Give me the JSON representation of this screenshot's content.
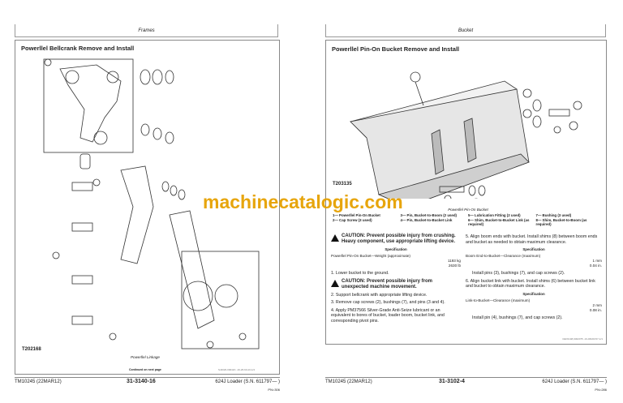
{
  "left_page": {
    "header": "Frames",
    "title": "Powerllel Bellcrank Remove and Install",
    "figure_id": "T202168",
    "caption": "Powerllel Linkage",
    "continued": "Continued on next page",
    "doc_code": "SJ2020-00042C -19-26JUL10-1/4",
    "footer": {
      "manual": "TM10245 (22MAR12)",
      "page": "31-3140-16",
      "model": "624J Loader (S.N. 611797— )",
      "pn": "PN=306"
    }
  },
  "right_page": {
    "header": "Bucket",
    "title": "Powerllel Pin-On Bucket Remove and Install",
    "figure_id": "T203135",
    "caption": "Powerllel Pin-On Bucket",
    "legend": [
      "1— Powerllel Pin-On Bucket",
      "3— Pin, Bucket-to-Boom (2 used)",
      "5— Lubrication Fitting (2 used)",
      "7— Bushing (3 used)",
      "2— Cap Screw (3 used)",
      "4— Pin, Bucket-to-Bucket Link",
      "6— Shim, Bucket-to-Bucket Link (as required)",
      "8— Shim, Bucket-to-Boom (as required)"
    ],
    "caution1": "CAUTION: Prevent possible injury from crushing. Heavy component, use appropriate lifting device.",
    "spec_label": "Specification",
    "spec1": {
      "name": "Powerllel Pin-On Bucket—Weight (approximate)",
      "v1": "1193 kg",
      "v2": "2630 lb"
    },
    "step1": "1.  Lower bucket to the ground.",
    "caution2": "CAUTION: Prevent possible injury from unexpected machine movement.",
    "step2": "2.  Support bellcrank with appropriate lifting device.",
    "step3": "3.  Remove cap screws (2), bushings (7), and pins (3 and 4).",
    "step4": "4.  Apply PM37566 Silver-Grade Anti-Seize lubricant or an equivalent to bores of bucket, loader boom, bucket link, and corresponding pivot pins.",
    "step5": "5.  Align boom ends with bucket. Install shims (8) between boom ends and bucket as needed to obtain maximum clearance.",
    "spec2": {
      "name": "Boom End-to-Bucket—Clearance (maximum)",
      "v1": "1 mm",
      "v2": "0.04 in."
    },
    "step5b": "Install pins (3), bushings (7), and cap screws (2).",
    "step6": "6.  Align bucket link with bucket. Install shims (6) between bucket link and bucket to obtain maximum clearance.",
    "spec3": {
      "name": "Link-to-Bucket—Clearance (maximum)",
      "v1": "2 mm",
      "v2": "0.08 in."
    },
    "step6b": "Install pin (4), bushings (7), and cap screws (2).",
    "doc_code": "CED3148,0002075 -19-03MAY07-1/1",
    "footer": {
      "manual": "TM10245 (22MAR12)",
      "page": "31-3102-4",
      "model": "624J Loader (S.N. 611797— )",
      "pn": "PN=286"
    }
  },
  "watermark": "machinecatalogic.com"
}
